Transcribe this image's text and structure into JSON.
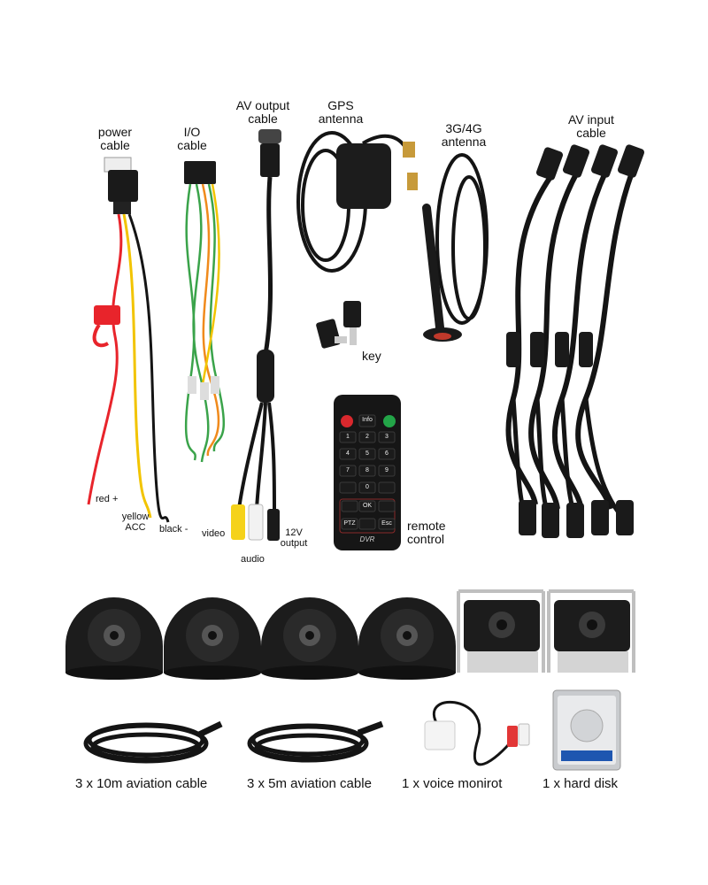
{
  "labels": {
    "power_cable": [
      "power",
      "cable"
    ],
    "io_cable": [
      "I/O",
      "cable"
    ],
    "av_output_cable": [
      "AV output",
      "cable"
    ],
    "gps_antenna": [
      "GPS",
      "antenna"
    ],
    "antenna_3g4g": [
      "3G/4G",
      "antenna"
    ],
    "av_input_cable": [
      "AV input",
      "cable"
    ],
    "key": "key",
    "remote_control": [
      "remote",
      "control"
    ],
    "red_plus": "red +",
    "yellow_acc": [
      "yellow",
      "ACC"
    ],
    "black_minus": "black -",
    "video": "video",
    "audio": "audio",
    "output_12v": [
      "12V",
      "output"
    ]
  },
  "remote": {
    "brand": "DVR",
    "keys": [
      "Info",
      "1",
      "2",
      "3",
      "4",
      "5",
      "6",
      "7",
      "8",
      "9",
      "0",
      "PTZ",
      "OK",
      "Esc"
    ]
  },
  "captions": {
    "cable_10m": "3 x 10m aviation cable",
    "cable_5m": "3 x 5m aviation cable",
    "voice_monitor": "1 x voice monirot",
    "hard_disk": "1 x hard disk"
  },
  "colors": {
    "cable_black": "#141414",
    "wire_red": "#e8242b",
    "wire_yellow": "#f2c400",
    "wire_green": "#3aa34a",
    "wire_orange": "#f08a1c",
    "rca_yellow": "#f5d21a",
    "rca_white": "#f2f2f2",
    "remote_power": "#d9282d",
    "remote_green": "#23a548",
    "hdd_label": "#1e56b0"
  },
  "icons": [
    "dome-camera-icon",
    "rear-camera-icon",
    "antenna-icon",
    "key-icon",
    "microphone-icon",
    "hard-disk-icon"
  ]
}
